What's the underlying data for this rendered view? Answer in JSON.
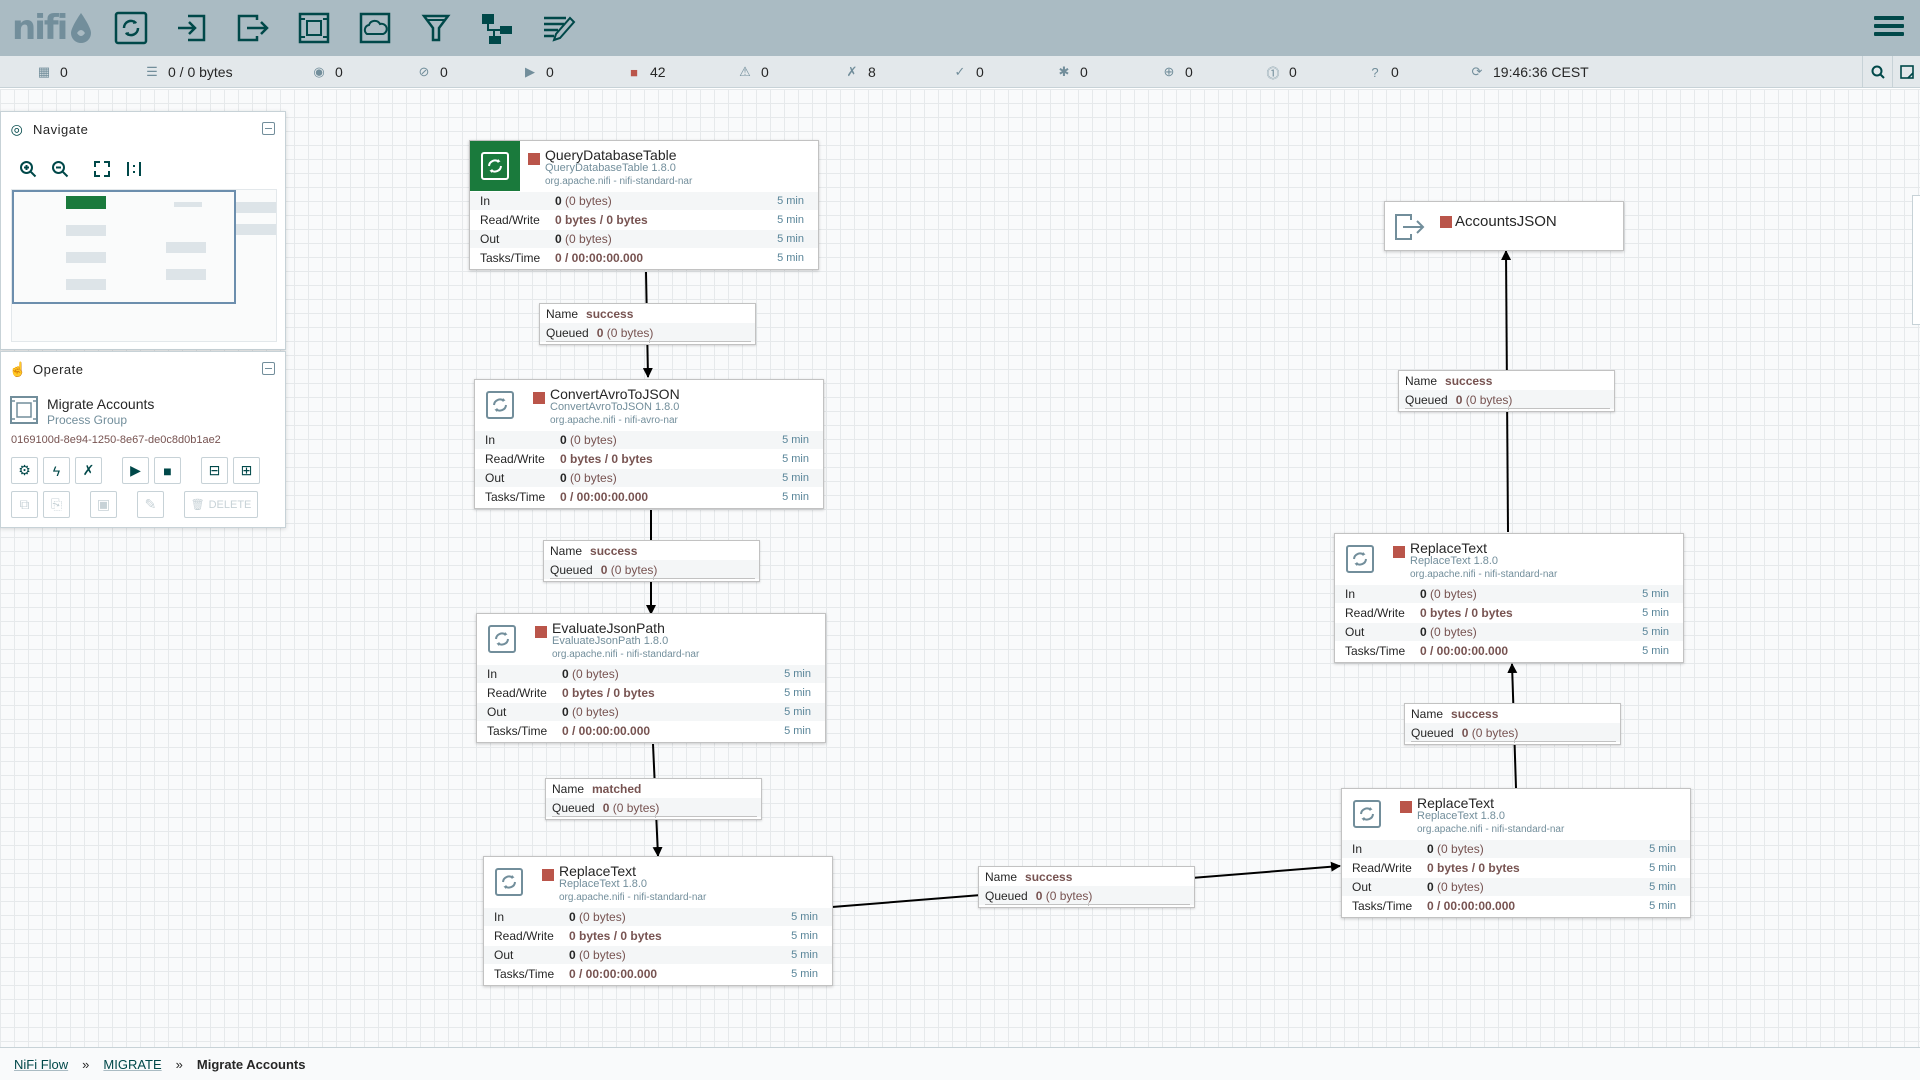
{
  "header": {
    "logo_text": "nifi",
    "toolbar": [
      {
        "name": "processor-tool",
        "icon": "processor-icon"
      },
      {
        "name": "input-port-tool",
        "icon": "input-port-icon"
      },
      {
        "name": "output-port-tool",
        "icon": "output-port-icon"
      },
      {
        "name": "process-group-tool",
        "icon": "process-group-icon"
      },
      {
        "name": "remote-process-group-tool",
        "icon": "remote-process-group-icon"
      },
      {
        "name": "funnel-tool",
        "icon": "funnel-icon"
      },
      {
        "name": "template-tool",
        "icon": "template-icon"
      },
      {
        "name": "label-tool",
        "icon": "label-icon"
      }
    ],
    "brand_color": "#aabbc3",
    "accent_color": "#004849"
  },
  "status": {
    "active_threads": "0",
    "queued": "0 / 0 bytes",
    "transmitting": "0",
    "not_transmitting": "0",
    "running": "0",
    "stopped": "42",
    "invalid": "0",
    "disabled": "8",
    "up_to_date": "0",
    "locally_modified": "0",
    "stale": "0",
    "locally_modified_stale": "0",
    "sync_failure": "0",
    "last_refreshed": "19:46:36 CEST"
  },
  "navigate": {
    "title": "Navigate"
  },
  "operate": {
    "title": "Operate",
    "name": "Migrate Accounts",
    "type": "Process Group",
    "id": "0169100d-8e94-1250-8e67-de0c8d0b1ae2",
    "delete_label": "DELETE"
  },
  "processors": [
    {
      "name": "QueryDatabaseTable",
      "type": "QueryDatabaseTable 1.8.0",
      "bundle": "org.apache.nifi - nifi-standard-nar",
      "in_count": "0",
      "in_size": "(0 bytes)",
      "rw": "0 bytes / 0 bytes",
      "out_count": "0",
      "out_size": "(0 bytes)",
      "tasks": "0 / 00:00:00.000",
      "window": "5 min",
      "state": "stopped",
      "active_icon": true
    },
    {
      "name": "ConvertAvroToJSON",
      "type": "ConvertAvroToJSON 1.8.0",
      "bundle": "org.apache.nifi - nifi-avro-nar",
      "in_count": "0",
      "in_size": "(0 bytes)",
      "rw": "0 bytes / 0 bytes",
      "out_count": "0",
      "out_size": "(0 bytes)",
      "tasks": "0 / 00:00:00.000",
      "window": "5 min",
      "state": "stopped"
    },
    {
      "name": "EvaluateJsonPath",
      "type": "EvaluateJsonPath 1.8.0",
      "bundle": "org.apache.nifi - nifi-standard-nar",
      "in_count": "0",
      "in_size": "(0 bytes)",
      "rw": "0 bytes / 0 bytes",
      "out_count": "0",
      "out_size": "(0 bytes)",
      "tasks": "0 / 00:00:00.000",
      "window": "5 min",
      "state": "stopped"
    },
    {
      "name": "ReplaceText",
      "type": "ReplaceText 1.8.0",
      "bundle": "org.apache.nifi - nifi-standard-nar",
      "in_count": "0",
      "in_size": "(0 bytes)",
      "rw": "0 bytes / 0 bytes",
      "out_count": "0",
      "out_size": "(0 bytes)",
      "tasks": "0 / 00:00:00.000",
      "window": "5 min",
      "state": "stopped"
    },
    {
      "name": "ReplaceText",
      "type": "ReplaceText 1.8.0",
      "bundle": "org.apache.nifi - nifi-standard-nar",
      "in_count": "0",
      "in_size": "(0 bytes)",
      "rw": "0 bytes / 0 bytes",
      "out_count": "0",
      "out_size": "(0 bytes)",
      "tasks": "0 / 00:00:00.000",
      "window": "5 min",
      "state": "stopped"
    },
    {
      "name": "ReplaceText",
      "type": "ReplaceText 1.8.0",
      "bundle": "org.apache.nifi - nifi-standard-nar",
      "in_count": "0",
      "in_size": "(0 bytes)",
      "rw": "0 bytes / 0 bytes",
      "out_count": "0",
      "out_size": "(0 bytes)",
      "tasks": "0 / 00:00:00.000",
      "window": "5 min",
      "state": "stopped"
    }
  ],
  "row_labels": {
    "in": "In",
    "rw": "Read/Write",
    "out": "Out",
    "tasks": "Tasks/Time"
  },
  "connections": [
    {
      "name_label": "Name",
      "name": "success",
      "queued_label": "Queued",
      "queued_count": "0",
      "queued_size": "(0 bytes)"
    },
    {
      "name_label": "Name",
      "name": "success",
      "queued_label": "Queued",
      "queued_count": "0",
      "queued_size": "(0 bytes)"
    },
    {
      "name_label": "Name",
      "name": "matched",
      "queued_label": "Queued",
      "queued_count": "0",
      "queued_size": "(0 bytes)"
    },
    {
      "name_label": "Name",
      "name": "success",
      "queued_label": "Queued",
      "queued_count": "0",
      "queued_size": "(0 bytes)"
    },
    {
      "name_label": "Name",
      "name": "success",
      "queued_label": "Queued",
      "queued_count": "0",
      "queued_size": "(0 bytes)"
    },
    {
      "name_label": "Name",
      "name": "success",
      "queued_label": "Queued",
      "queued_count": "0",
      "queued_size": "(0 bytes)"
    }
  ],
  "output_port": {
    "name": "AccountsJSON",
    "state": "stopped"
  },
  "breadcrumbs": {
    "items": [
      "NiFi Flow",
      "MIGRATE"
    ],
    "separator": "»",
    "current": "Migrate Accounts"
  }
}
